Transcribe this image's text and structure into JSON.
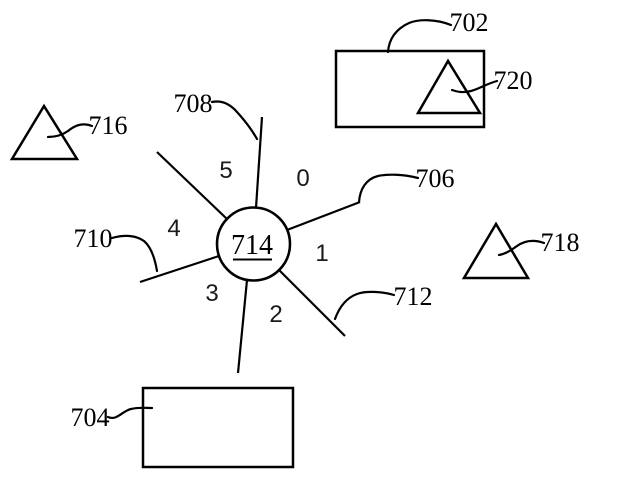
{
  "figure": {
    "background_color": "#ffffff",
    "ink_color": "#000000",
    "hub": {
      "label": "714",
      "underlined": true
    },
    "sector_labels": [
      "0",
      "1",
      "2",
      "3",
      "4",
      "5"
    ],
    "reference_labels": {
      "rect_top_right": "702",
      "rect_bottom": "704",
      "spoke_upper_right": "706",
      "spoke_top": "708",
      "spoke_left": "710",
      "spoke_lower_right": "712",
      "triangle_upper_left": "716",
      "triangle_right": "718",
      "triangle_in_rect": "720"
    }
  }
}
